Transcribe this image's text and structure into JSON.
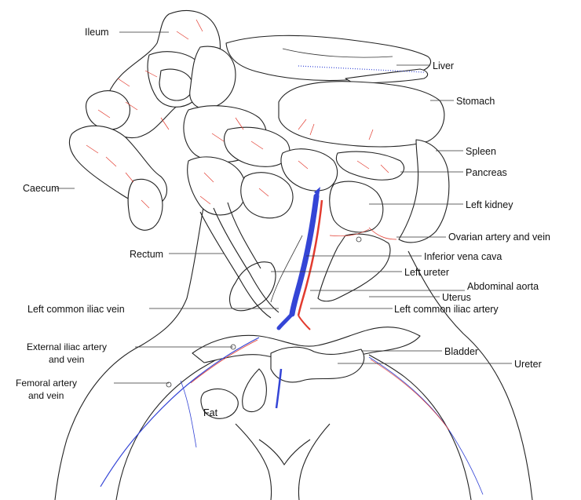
{
  "labels": {
    "ileum": "Ileum",
    "liver": "Liver",
    "stomach": "Stomach",
    "spleen": "Spleen",
    "pancreas": "Pancreas",
    "caecum": "Caecum",
    "left_kidney": "Left kidney",
    "ovarian": "Ovarian artery and vein",
    "rectum": "Rectum",
    "inferior_vena_cava": "Inferior vena cava",
    "left_ureter": "Left ureter",
    "abdominal_aorta": "Abdominal aorta",
    "uterus": "Uterus",
    "left_common_iliac_vein": "Left common iliac vein",
    "left_common_iliac_artery": "Left common iliac artery",
    "external_iliac_line1": "External iliac artery",
    "external_iliac_line2": "and vein",
    "bladder": "Bladder",
    "ureter": "Ureter",
    "femoral_line1": "Femoral artery",
    "femoral_line2": "and vein",
    "fat": "Fat"
  },
  "colors": {
    "artery": "#e23b2f",
    "vein": "#3445d6",
    "outline": "#222222"
  }
}
